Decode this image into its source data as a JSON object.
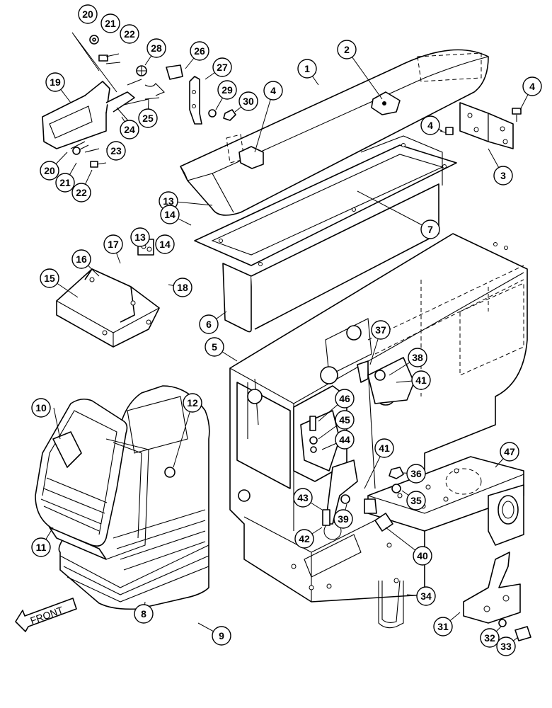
{
  "front_label": "FRONT",
  "callouts": [
    {
      "id": "c1",
      "label": "1"
    },
    {
      "id": "c2",
      "label": "2"
    },
    {
      "id": "c3",
      "label": "3"
    },
    {
      "id": "c4a",
      "label": "4"
    },
    {
      "id": "c4b",
      "label": "4"
    },
    {
      "id": "c4c",
      "label": "4"
    },
    {
      "id": "c5",
      "label": "5"
    },
    {
      "id": "c6",
      "label": "6"
    },
    {
      "id": "c7",
      "label": "7"
    },
    {
      "id": "c8",
      "label": "8"
    },
    {
      "id": "c9",
      "label": "9"
    },
    {
      "id": "c10",
      "label": "10"
    },
    {
      "id": "c11",
      "label": "11"
    },
    {
      "id": "c12",
      "label": "12"
    },
    {
      "id": "c13a",
      "label": "13"
    },
    {
      "id": "c13b",
      "label": "13"
    },
    {
      "id": "c14a",
      "label": "14"
    },
    {
      "id": "c14b",
      "label": "14"
    },
    {
      "id": "c15",
      "label": "15"
    },
    {
      "id": "c16",
      "label": "16"
    },
    {
      "id": "c17",
      "label": "17"
    },
    {
      "id": "c18",
      "label": "18"
    },
    {
      "id": "c19",
      "label": "19"
    },
    {
      "id": "c20a",
      "label": "20"
    },
    {
      "id": "c20b",
      "label": "20"
    },
    {
      "id": "c21a",
      "label": "21"
    },
    {
      "id": "c21b",
      "label": "21"
    },
    {
      "id": "c22a",
      "label": "22"
    },
    {
      "id": "c22b",
      "label": "22"
    },
    {
      "id": "c23",
      "label": "23"
    },
    {
      "id": "c24",
      "label": "24"
    },
    {
      "id": "c25",
      "label": "25"
    },
    {
      "id": "c26",
      "label": "26"
    },
    {
      "id": "c27",
      "label": "27"
    },
    {
      "id": "c28",
      "label": "28"
    },
    {
      "id": "c29",
      "label": "29"
    },
    {
      "id": "c30",
      "label": "30"
    },
    {
      "id": "c31",
      "label": "31"
    },
    {
      "id": "c32",
      "label": "32"
    },
    {
      "id": "c33",
      "label": "33"
    },
    {
      "id": "c34",
      "label": "34"
    },
    {
      "id": "c35",
      "label": "35"
    },
    {
      "id": "c36",
      "label": "36"
    },
    {
      "id": "c37",
      "label": "37"
    },
    {
      "id": "c38",
      "label": "38"
    },
    {
      "id": "c39",
      "label": "39"
    },
    {
      "id": "c40",
      "label": "40"
    },
    {
      "id": "c41a",
      "label": "41"
    },
    {
      "id": "c41b",
      "label": "41"
    },
    {
      "id": "c42",
      "label": "42"
    },
    {
      "id": "c43",
      "label": "43"
    },
    {
      "id": "c44",
      "label": "44"
    },
    {
      "id": "c45",
      "label": "45"
    },
    {
      "id": "c46",
      "label": "46"
    },
    {
      "id": "c47",
      "label": "47"
    }
  ]
}
